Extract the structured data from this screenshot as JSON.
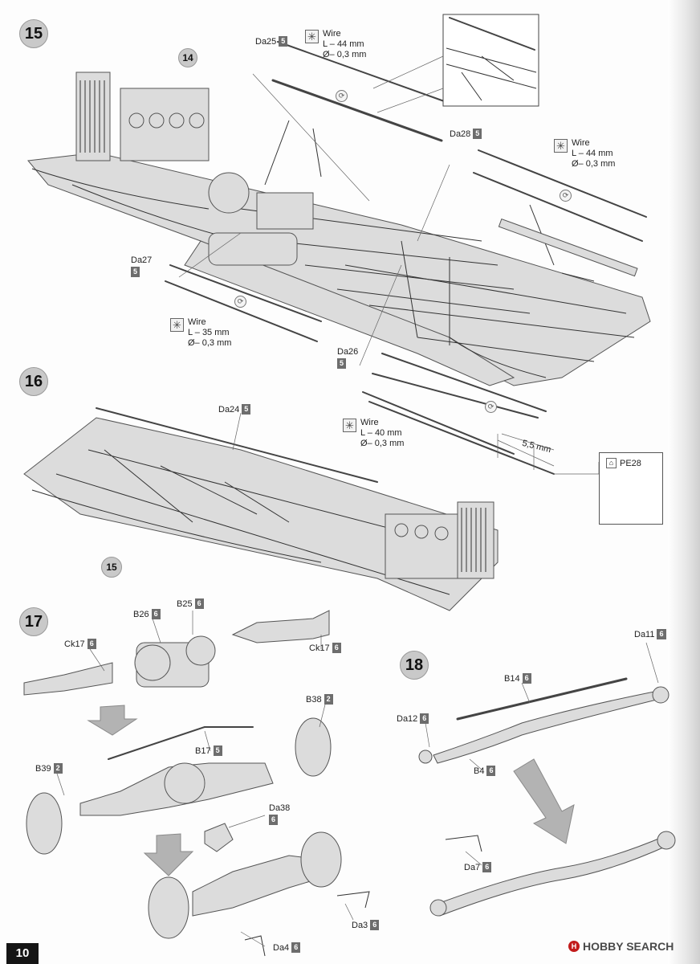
{
  "page": {
    "number": "10"
  },
  "watermark": {
    "text": "HOBBY SEARCH",
    "logo_icon": "hobbysearch-logo-icon"
  },
  "steps": {
    "s15": {
      "number": "15",
      "ref_14": "14",
      "parts": {
        "da25": {
          "code": "Da25",
          "sprue": "5"
        },
        "da28": {
          "code": "Da28",
          "sprue": "5"
        },
        "da27": {
          "code": "Da27",
          "sprue": "5"
        },
        "da26": {
          "code": "Da26",
          "sprue": "5"
        }
      },
      "wires": [
        {
          "title": "Wire",
          "length": "L – 44 mm",
          "diameter": "Ø– 0,3 mm"
        },
        {
          "title": "Wire",
          "length": "L – 44 mm",
          "diameter": "Ø– 0,3 mm"
        },
        {
          "title": "Wire",
          "length": "L – 35 mm",
          "diameter": "Ø– 0,3 mm"
        }
      ]
    },
    "s16": {
      "number": "16",
      "ref_15": "15",
      "parts": {
        "da24": {
          "code": "Da24",
          "sprue": "5"
        },
        "pe28": {
          "code": "PE28"
        }
      },
      "wire": {
        "title": "Wire",
        "length": "L – 40 mm",
        "diameter": "Ø– 0,3 mm"
      },
      "dimension": "5,5 mm"
    },
    "s17": {
      "number": "17",
      "parts": {
        "ck17_left": {
          "code": "Ck17",
          "sprue": "6"
        },
        "b26": {
          "code": "B26",
          "sprue": "6"
        },
        "b25": {
          "code": "B25",
          "sprue": "6"
        },
        "ck17_right": {
          "code": "Ck17",
          "sprue": "6"
        },
        "b38": {
          "code": "B38",
          "sprue": "2"
        },
        "b17": {
          "code": "B17",
          "sprue": "5"
        },
        "b39": {
          "code": "B39",
          "sprue": "2"
        },
        "da38": {
          "code": "Da38",
          "sprue": "6"
        },
        "da3": {
          "code": "Da3",
          "sprue": "6"
        },
        "da4": {
          "code": "Da4",
          "sprue": "6"
        }
      }
    },
    "s18": {
      "number": "18",
      "parts": {
        "da11": {
          "code": "Da11",
          "sprue": "6"
        },
        "b14": {
          "code": "B14",
          "sprue": "6"
        },
        "da12": {
          "code": "Da12",
          "sprue": "6"
        },
        "b4": {
          "code": "B4",
          "sprue": "6"
        },
        "da7": {
          "code": "Da7",
          "sprue": "6"
        }
      }
    }
  },
  "colors": {
    "sprue_tag": "#6d6d6d",
    "step_badge": "#c9c9c9",
    "page_tab": "#151515"
  }
}
